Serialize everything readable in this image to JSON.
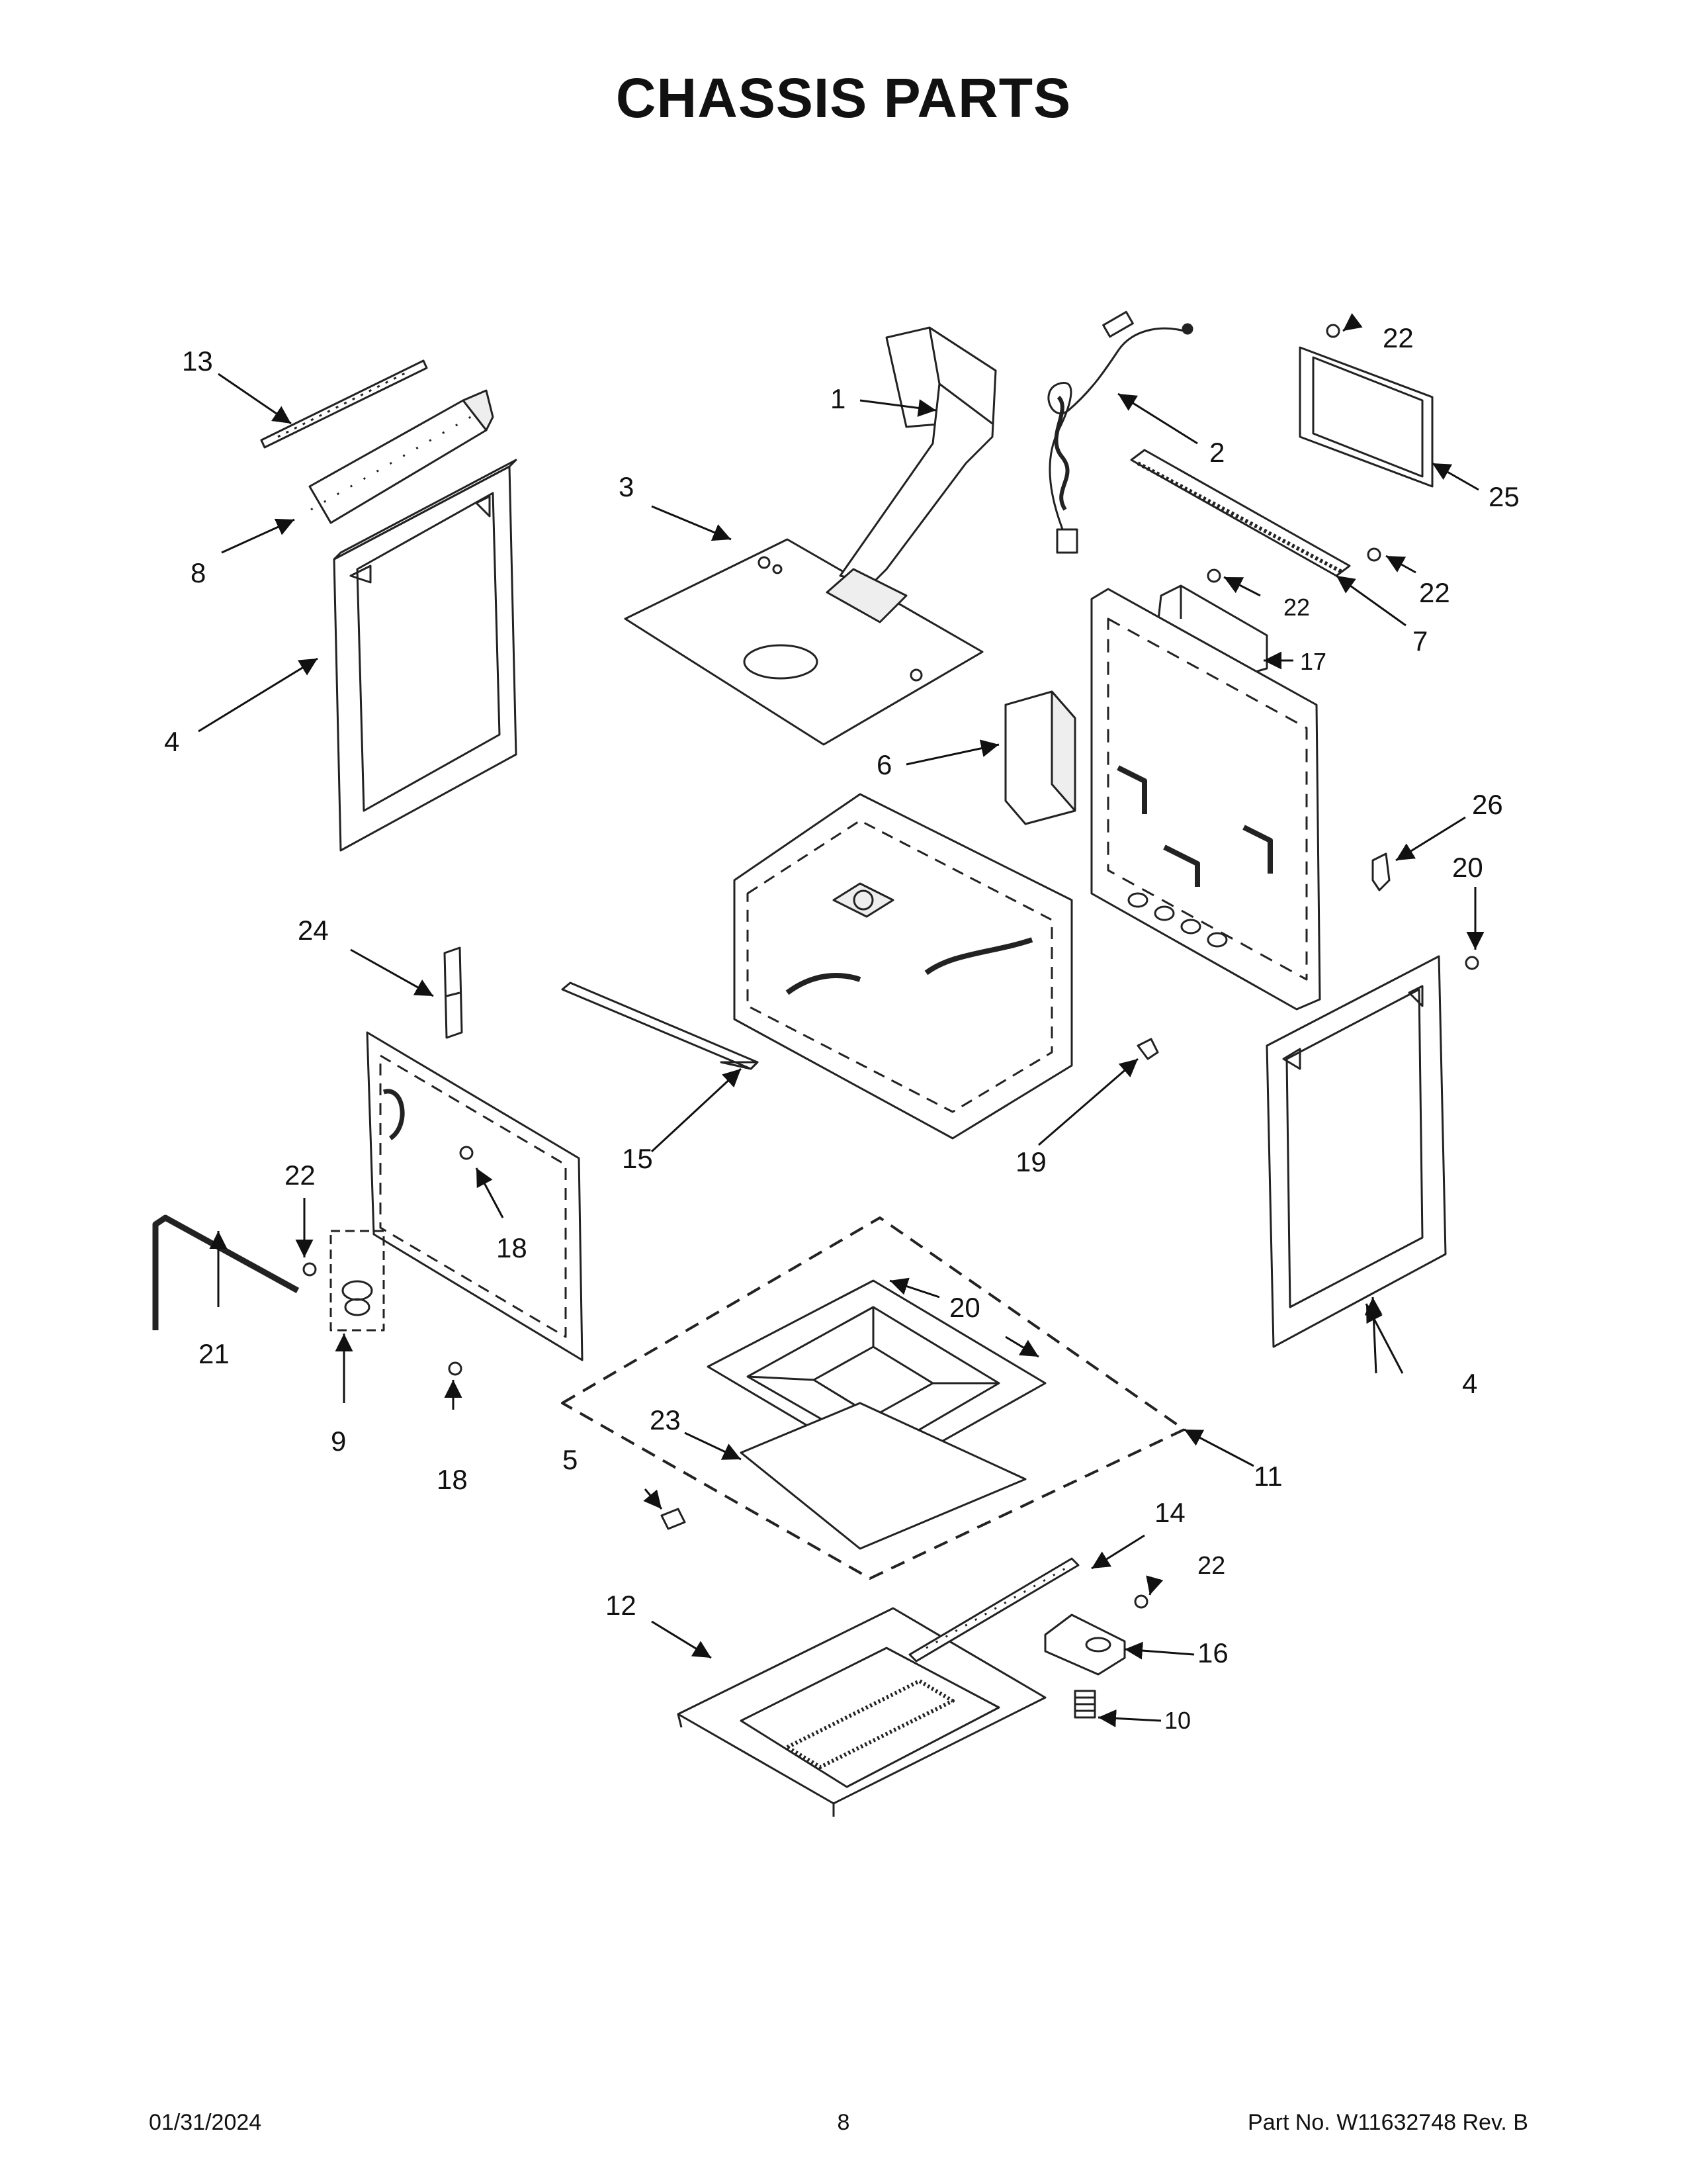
{
  "page": {
    "title": "CHASSIS PARTS",
    "footer": {
      "date": "01/31/2024",
      "page_number": "8",
      "part_number": "Part No.  W11632748  Rev.  B"
    }
  },
  "callouts": {
    "c1": "1",
    "c2": "2",
    "c3": "3",
    "c4a": "4",
    "c4b": "4",
    "c5": "5",
    "c6": "6",
    "c7": "7",
    "c8": "8",
    "c9": "9",
    "c10": "10",
    "c11": "11",
    "c12": "12",
    "c13": "13",
    "c14": "14",
    "c15": "15",
    "c16": "16",
    "c17": "17",
    "c18a": "18",
    "c18b": "18",
    "c19": "19",
    "c20a": "20",
    "c20b": "20",
    "c21": "21",
    "c22a": "22",
    "c22b": "22",
    "c22c": "22",
    "c22d": "22",
    "c22e": "22",
    "c23": "23",
    "c24": "24",
    "c25": "25",
    "c26": "26"
  }
}
